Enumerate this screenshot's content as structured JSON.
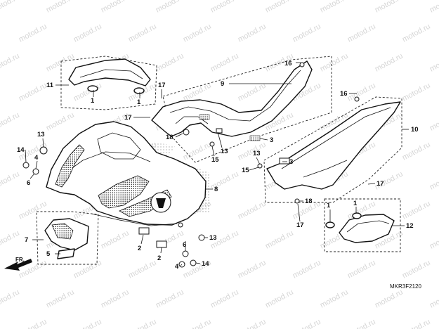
{
  "watermark": "motod.ru",
  "diagram_code": "MKR3F2120",
  "front_arrow_label": "FR.",
  "callouts": [
    {
      "id": "c11",
      "label": "11"
    },
    {
      "id": "c1a",
      "label": "1"
    },
    {
      "id": "c1b",
      "label": "1"
    },
    {
      "id": "c17a",
      "label": "17"
    },
    {
      "id": "c9",
      "label": "9"
    },
    {
      "id": "c16a",
      "label": "16"
    },
    {
      "id": "c16b",
      "label": "16"
    },
    {
      "id": "c10",
      "label": "10"
    },
    {
      "id": "c17b",
      "label": "17"
    },
    {
      "id": "c18a",
      "label": "18"
    },
    {
      "id": "c3a",
      "label": "3"
    },
    {
      "id": "c13a",
      "label": "13"
    },
    {
      "id": "c15a",
      "label": "15"
    },
    {
      "id": "c13b",
      "label": "13"
    },
    {
      "id": "c14a",
      "label": "14"
    },
    {
      "id": "c4a",
      "label": "4"
    },
    {
      "id": "c6a",
      "label": "6"
    },
    {
      "id": "c13c",
      "label": "13"
    },
    {
      "id": "c3b",
      "label": "3"
    },
    {
      "id": "c15b",
      "label": "15"
    },
    {
      "id": "c17c",
      "label": "17"
    },
    {
      "id": "c18b",
      "label": "18"
    },
    {
      "id": "c17d",
      "label": "17"
    },
    {
      "id": "c8",
      "label": "8"
    },
    {
      "id": "c7",
      "label": "7"
    },
    {
      "id": "c5",
      "label": "5"
    },
    {
      "id": "c13d",
      "label": "13"
    },
    {
      "id": "c2a",
      "label": "2"
    },
    {
      "id": "c2b",
      "label": "2"
    },
    {
      "id": "c6b",
      "label": "6"
    },
    {
      "id": "c4b",
      "label": "4"
    },
    {
      "id": "c14b",
      "label": "14"
    },
    {
      "id": "c1c",
      "label": "1"
    },
    {
      "id": "c1d",
      "label": "1"
    },
    {
      "id": "c12",
      "label": "12"
    }
  ]
}
